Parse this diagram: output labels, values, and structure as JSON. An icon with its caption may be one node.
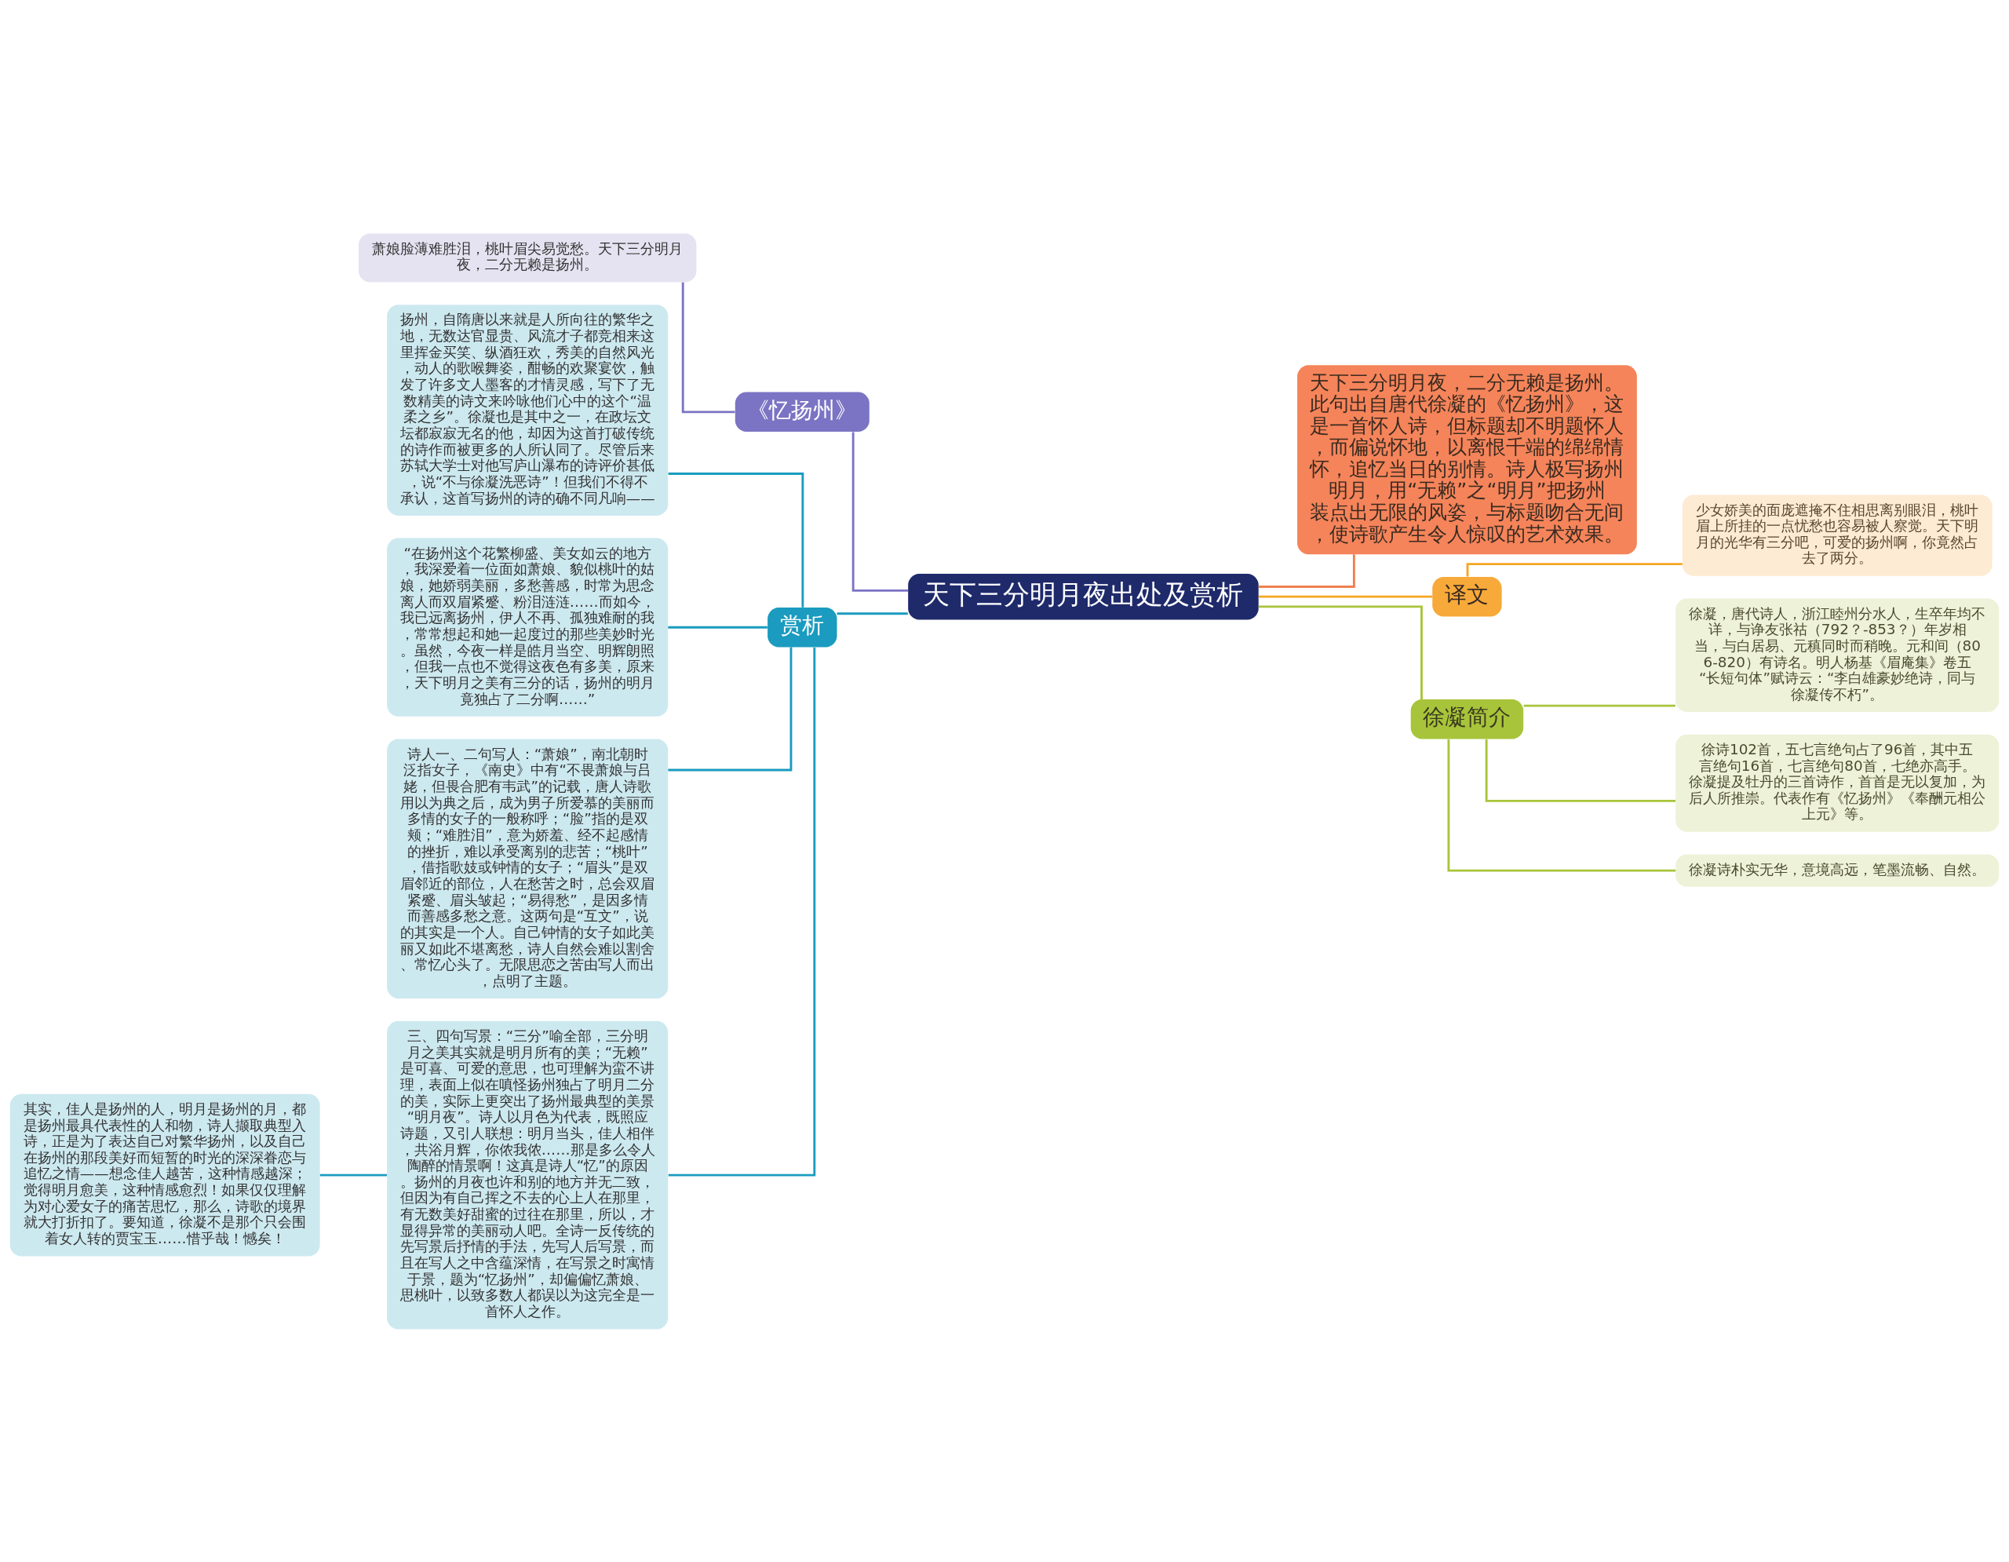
{
  "diagram": {
    "nodes": [
      {
        "text": [
          "天下三分明月夜出处及赏析"
        ]
      },
      {
        "text": [
          "《忆扬州》"
        ]
      },
      {
        "text": [
          "萧娘脸薄难胜泪，桃叶眉尖易觉愁。天下三分明月夜，二分无赖是扬州。"
        ]
      },
      {
        "text": [
          "赏析"
        ]
      },
      {
        "text": [
          "扬州，自隋唐以来就是人所向往的繁华之地，无数达官显贵、风流才子都竞相来这里挥金买笑、纵酒狂欢，秀美的自然风光，动人的歌喉舞姿，酣畅的欢聚宴饮，触发了许多文人墨客的才情灵感，写下了无数精美的诗文来吟咏他们心中的这个“温柔之乡”。徐凝也是其中之一，在政坛文坛都寂寂无名的他，却因为这首打破传统的诗作而被更多的人所认同了。尽管后来苏轼大学士对他写庐山瀑布的诗评价甚低，说“不与徐凝洗恶诗”！但我们不得不承认，这首写扬州的诗的确不同凡响——"
        ]
      },
      {
        "text": [
          "“在扬州这个花繁柳盛、美女如云的地方，我深爱着一位面如萧娘、貌似桃叶的姑娘，她娇弱美丽，多愁善感，时常为思念离人而双眉紧蹙、粉泪涟涟……而如今，我已远离扬州，伊人不再、孤独难耐的我，常常想起和她一起度过的那些美妙时光。虽然，今夜一样是皓月当空、明辉朗照，但我一点也不觉得这夜色有多美，原来，天下明月之美有三分的话，扬州的明月竟独占了二分啊……”"
        ]
      },
      {
        "text": [
          "诗人一、二句写人：“萧娘”，南北朝时泛指女子，《南史》中有“不畏萧娘与吕姥，但畏合肥有韦武”的记载，唐人诗歌用以为典之后，成为男子所爱慕的美丽而多情的女子的一般称呼；“脸”指的是双颊；“难胜泪”，意为娇羞、经不起感情的挫折，难以承受离别的悲苦；“桃叶”，借指歌妓或钟情的女子；“眉头”是双眉邻近的部位，人在愁苦之时，总会双眉紧蹙、眉头皱起；“易得愁”，是因多情而善感多愁之意。这两句是“互文”，说的其实是一个人。自己钟情的女子如此美丽又如此不堪离愁，诗人自然会难以割舍、常忆心头了。无限思恋之苦由写人而出，点明了主题。"
        ]
      },
      {
        "text": [
          "三、四句写景：“三分”喻全部，三分明月之美其实就是明月所有的美；“无赖”是可喜、可爱的意思，也可理解为蛮不讲理，表面上似在嗔怪扬州独占了明月二分的美，实际上更突出了扬州最典型的美景“明月夜”。诗人以月色为代表，既照应诗题，又引人联想：明月当头，佳人相伴，共浴月辉，你侬我侬……那是多么令人陶醉的情景啊！这真是诗人“忆”的原因。扬州的月夜也许和别的地方并无二致，但因为有自己挥之不去的心上人在那里，有无数美好甜蜜的过往在那里，所以，才显得异常的美丽动人吧。全诗一反传统的先写景后抒情的手法，先写人后写景，而且在写人之中含蕴深情，在写景之时寓情于景，题为“忆扬州”，却偏偏忆萧娘、思桃叶，以致多数人都误以为这完全是一首怀人之作。"
        ]
      },
      {
        "text": [
          "其实，佳人是扬州的人，明月是扬州的月，都是扬州最具代表性的人和物，诗人撷取典型入诗，正是为了表达自己对繁华扬州，以及自己在扬州的那段美好而短暂的时光的深深眷恋与追忆之情——想念佳人越苦，这种情感越深；觉得明月愈美，这种情感愈烈！如果仅仅理解为对心爱女子的痛苦思忆，那么，诗歌的境界就大打折扣了。要知道，徐凝不是那个只会围着女人转的贾宝玉……惜乎哉！憾矣！"
        ]
      },
      {
        "text": [
          "天下三分明月夜，二分无赖是扬州。此句出自唐代徐凝的《忆扬州》，这是一首怀人诗，但标题却不明题怀人，而偏说怀地，以离恨千端的绵绵情怀，追忆当日的别情。诗人极写扬州明月，用“无赖”之“明月”把扬州装点出无限的风姿，与标题吻合无间，使诗歌产生令人惊叹的艺术效果。"
        ]
      },
      {
        "text": [
          "译文"
        ]
      },
      {
        "text": [
          "少女娇美的面庞遮掩不住相思离别眼泪，桃叶眉上所挂的一点忧愁也容易被人察觉。天下明月的光华有三分吧，可爱的扬州啊，你竟然占去了两分。"
        ]
      },
      {
        "text": [
          "徐凝简介"
        ]
      },
      {
        "text": [
          "徐凝，唐代诗人，浙江睦州分水人，生卒年均不详，与诤友张祜（792？-853？）年岁相当，与白居易、元稹同时而稍晚。元和间（806-820）有诗名。明人杨基《眉庵集》卷五“长短句体”赋诗云：“李白雄豪妙绝诗，同与徐凝传不朽”。"
        ]
      },
      {
        "text": [
          "徐诗102首，五七言绝句占了96首，其中五言绝句16首，七言绝句80首，七绝亦高手。徐凝提及牡丹的三首诗作，首首是无以复加，为后人所推崇。代表作有《忆扬州》《奉酬元相公上元》等。"
        ]
      },
      {
        "text": [
          "徐凝诗朴实无华，意境高远，笔墨流畅、自然。"
        ]
      }
    ],
    "edges": [
      {
        "from": 0,
        "to": 1,
        "arrow": "none",
        "color": "#7b74c4"
      },
      {
        "from": 1,
        "to": 2,
        "arrow": "none",
        "color": "#7b74c4"
      },
      {
        "from": 0,
        "to": 3,
        "arrow": "none"
      },
      {
        "from": 3,
        "to": 4,
        "arrow": "none"
      },
      {
        "from": 3,
        "to": 5,
        "arrow": "none"
      },
      {
        "from": 3,
        "to": 6,
        "arrow": "none"
      },
      {
        "from": 3,
        "to": 7,
        "arrow": "none"
      },
      {
        "from": 7,
        "to": 8,
        "arrow": "none"
      },
      {
        "from": 0,
        "to": 9,
        "arrow": "none",
        "color": "#f08050"
      },
      {
        "from": 0,
        "to": 10,
        "arrow": "none",
        "color": "#f5a623"
      },
      {
        "from": 10,
        "to": 11,
        "arrow": "none",
        "color": "#f5a623"
      },
      {
        "from": 0,
        "to": 12,
        "arrow": "none",
        "color": "#a8c43a"
      },
      {
        "from": 12,
        "to": 13,
        "arrow": "none",
        "color": "#a8c43a"
      },
      {
        "from": 12,
        "to": 14,
        "arrow": "none",
        "color": "#a8c43a"
      },
      {
        "from": 12,
        "to": 15,
        "arrow": "none",
        "color": "#a8c43a"
      }
    ]
  }
}
